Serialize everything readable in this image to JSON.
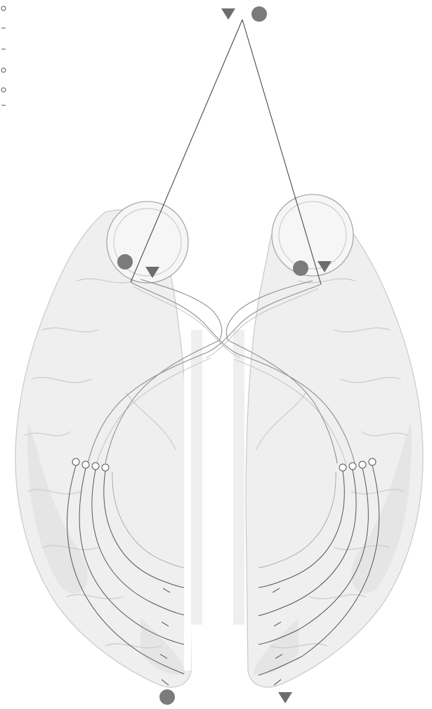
{
  "figure": {
    "description_text": "",
    "colors": {
      "background": "#ffffff",
      "brain_fill": "#efefef",
      "brain_outline": "#c9c9c9",
      "sight_line": "#3a3a3a",
      "nerve": "#8f8f8f",
      "circle_symbol": "#7b7b7b",
      "triangle_symbol": "#6d6d6d"
    },
    "symbols": {
      "visual_field": [
        "triangle",
        "circle"
      ],
      "left_retina": [
        "circle",
        "triangle"
      ],
      "right_retina": [
        "circle",
        "triangle"
      ],
      "left_cortex_target": "circle",
      "right_cortex_target": "triangle"
    },
    "icons": [
      "eye-icon",
      "circle-symbol",
      "triangle-symbol",
      "brain-hemisphere"
    ]
  }
}
